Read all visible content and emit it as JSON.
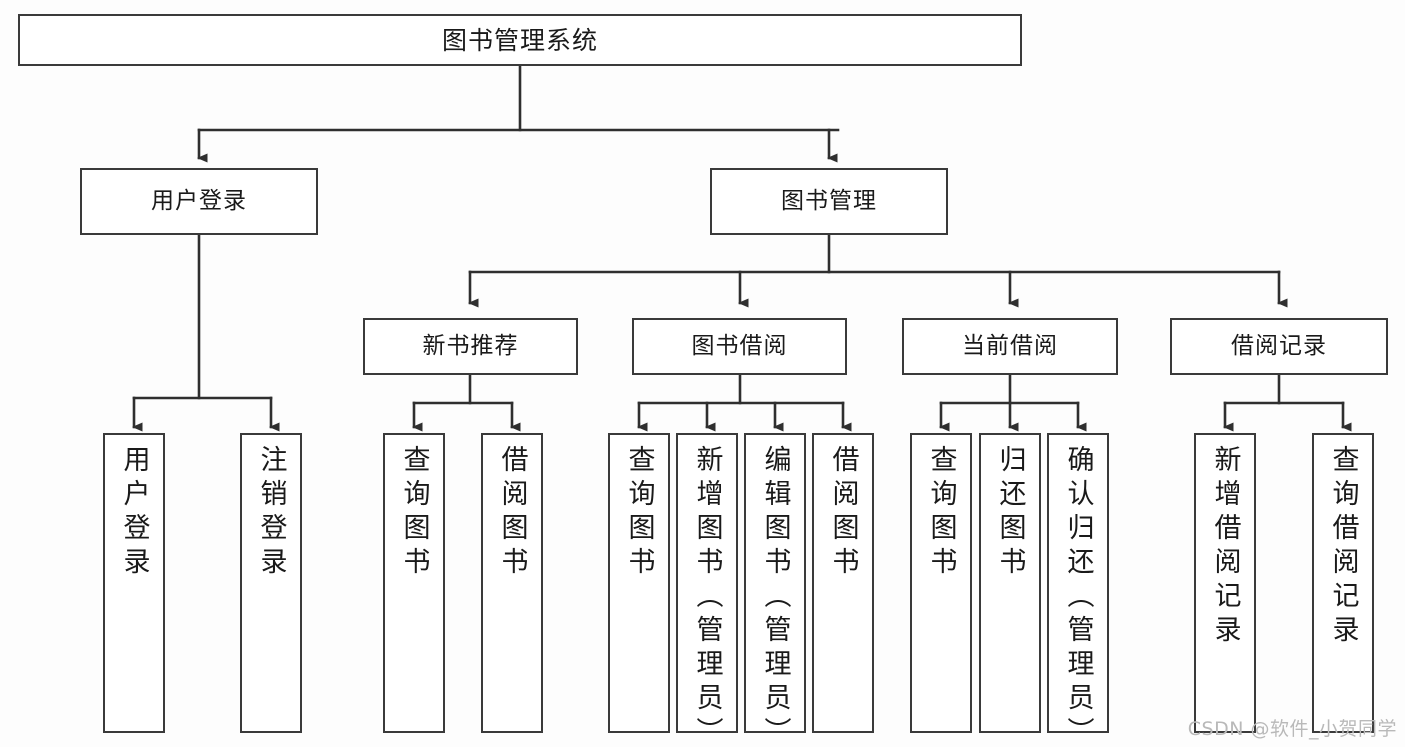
{
  "diagram": {
    "title": "图书管理系统",
    "type": "tree-hierarchy",
    "watermark": "CSDN @软件_小贺同学",
    "colors": {
      "box_border": "#3a3a3a",
      "box_fill": "#ffffff",
      "edge": "#2f2f2f",
      "text": "#1a1a1a",
      "watermark": "#b9b9b9",
      "background": "#fdfdfd"
    },
    "levels": {
      "root": {
        "label": "图书管理系统"
      },
      "level2": [
        {
          "label": "用户登录"
        },
        {
          "label": "图书管理"
        }
      ],
      "level3": [
        {
          "label": "新书推荐"
        },
        {
          "label": "图书借阅"
        },
        {
          "label": "当前借阅"
        },
        {
          "label": "借阅记录"
        }
      ],
      "leaves": {
        "user_login": [
          {
            "label": "用户登录"
          },
          {
            "label": "注销登录"
          }
        ],
        "new_book_recommend": [
          {
            "label": "查询图书"
          },
          {
            "label": "借阅图书"
          }
        ],
        "book_borrow": [
          {
            "label": "查询图书"
          },
          {
            "label": "新增图书（管理员）"
          },
          {
            "label": "编辑图书（管理员）"
          },
          {
            "label": "借阅图书"
          }
        ],
        "current_borrow": [
          {
            "label": "查询图书"
          },
          {
            "label": "归还图书"
          },
          {
            "label": "确认归还（管理员）"
          }
        ],
        "borrow_record": [
          {
            "label": "新增借阅记录"
          },
          {
            "label": "查询借阅记录"
          }
        ]
      }
    }
  }
}
